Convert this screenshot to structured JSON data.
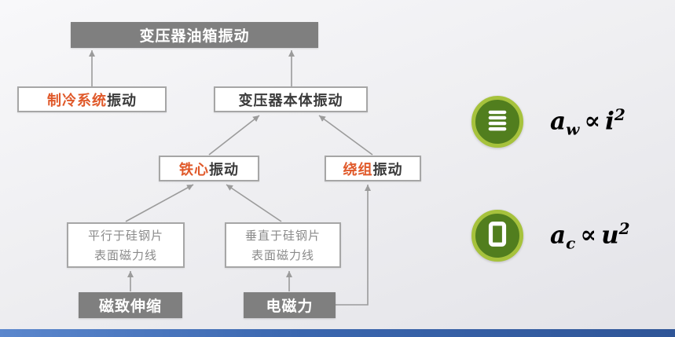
{
  "flowchart": {
    "tank": {
      "label": "变压器油箱振动"
    },
    "cooling": {
      "accent": "制冷系统",
      "suffix": "振动"
    },
    "body": {
      "label": "变压器本体振动"
    },
    "core": {
      "accent": "铁心",
      "suffix": "振动"
    },
    "winding": {
      "accent": "绕组",
      "suffix": "振动"
    },
    "parallel": {
      "line1": "平行于硅钢片",
      "line2": "表面磁力线"
    },
    "perpendicular": {
      "line1": "垂直于硅钢片",
      "line2": "表面磁力线"
    },
    "magnetostriction": {
      "label": "磁致伸缩"
    },
    "em_force": {
      "label": "电磁力"
    }
  },
  "legend": [
    {
      "icon": "winding-coil-icon",
      "lhs": "a",
      "lhs_sub": "w",
      "relation": "∝",
      "rhs": "i",
      "rhs_exp": "2"
    },
    {
      "icon": "core-frame-icon",
      "lhs": "a",
      "lhs_sub": "c",
      "relation": "∝",
      "rhs": "u",
      "rhs_exp": "2"
    }
  ],
  "colors": {
    "accent_orange": "#e0592a",
    "node_dark_gray": "#7f7f7f",
    "border_gray": "#a6a6a6",
    "connector_gray": "#9b9b9b",
    "icon_green_dark": "#517e1e",
    "icon_green_light": "#a6c23c",
    "footer_blue": "#3a66ae"
  }
}
